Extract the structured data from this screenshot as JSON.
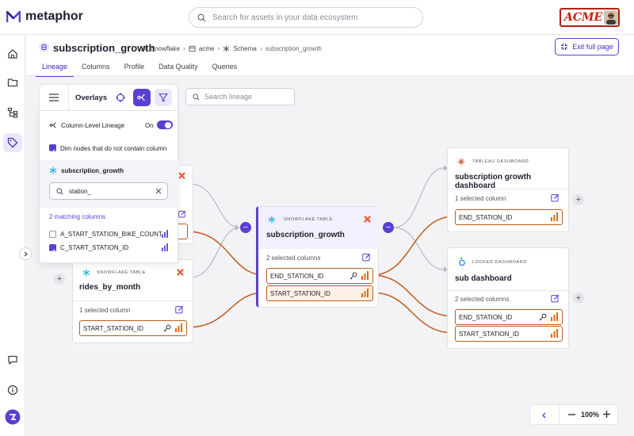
{
  "app": {
    "name": "metaphor"
  },
  "search": {
    "placeholder": "Search for assets in your data ecosystem"
  },
  "brand": {
    "acme": "ACME"
  },
  "header": {
    "title": "subscription_growth",
    "breadcrumb": [
      "Snowflake",
      "acme",
      "Schema",
      "subscription_growth"
    ],
    "exit_label": "Exit full page",
    "tabs": [
      "Lineage",
      "Columns",
      "Profile",
      "Data Quality",
      "Queries"
    ],
    "active_tab": "Lineage"
  },
  "overlays": {
    "label": "Overlays",
    "search_placeholder": "Search lineage",
    "column_level_lineage": "Column-Level Lineage",
    "toggle_state": "On",
    "dim_nodes": "Dim nodes that do not contain column",
    "table_name": "subscription_growth",
    "column_query": "station_",
    "matching": "2 matching columns",
    "columns": [
      {
        "name": "A_START_STATION_BIKE_COUNT",
        "checked": false
      },
      {
        "name": "C_START_STATION_ID",
        "checked": true
      }
    ]
  },
  "nodes": {
    "center": {
      "type": "SNOWFLAKE TABLE",
      "name": "subscription_growth",
      "selected": "2 selected columns",
      "columns": [
        "END_STATION_ID",
        "START_STATION_ID"
      ]
    },
    "left_bottom": {
      "type": "SNOWFLAKE TABLE",
      "name": "rides_by_month",
      "selected": "1 selected column",
      "columns": [
        "START_STATION_ID"
      ]
    },
    "tableau": {
      "type": "TABLEAU DASHBOARD",
      "name": "subscription growth dashboard",
      "selected": "1 selected column",
      "columns": [
        "END_STATION_ID"
      ]
    },
    "looker": {
      "type": "LOOKER DASHBOARD",
      "name": "sub dashboard",
      "selected": "2 selected columns",
      "columns": [
        "END_STATION_ID",
        "START_STATION_ID"
      ]
    }
  },
  "zoom": {
    "level": "100%"
  },
  "colors": {
    "accent": "#5b3fd1",
    "lineage": "#c05a1a",
    "snowflake": "#29b5e8"
  }
}
